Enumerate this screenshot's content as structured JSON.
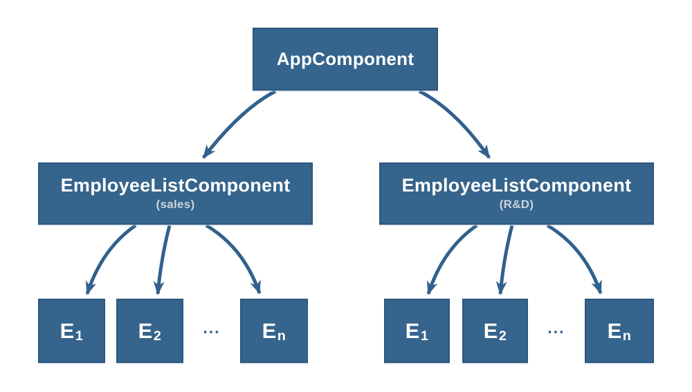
{
  "diagram": {
    "root": {
      "label": "AppComponent"
    },
    "groups": [
      {
        "title": "EmployeeListComponent",
        "subtitle": "(sales)",
        "children": [
          {
            "base": "E",
            "sub": "1"
          },
          {
            "base": "E",
            "sub": "2"
          },
          {
            "base": "E",
            "sub": "n"
          }
        ],
        "ellipsis": "..."
      },
      {
        "title": "EmployeeListComponent",
        "subtitle": "(R&D)",
        "children": [
          {
            "base": "E",
            "sub": "1"
          },
          {
            "base": "E",
            "sub": "2"
          },
          {
            "base": "E",
            "sub": "n"
          }
        ],
        "ellipsis": "..."
      }
    ],
    "colors": {
      "node_fill": "#35648c",
      "node_border": "#2b567e",
      "arrow": "#31618c",
      "label_text": "#ffffff",
      "subtitle_text": "#ccd3da",
      "background": "#ffffff"
    }
  }
}
